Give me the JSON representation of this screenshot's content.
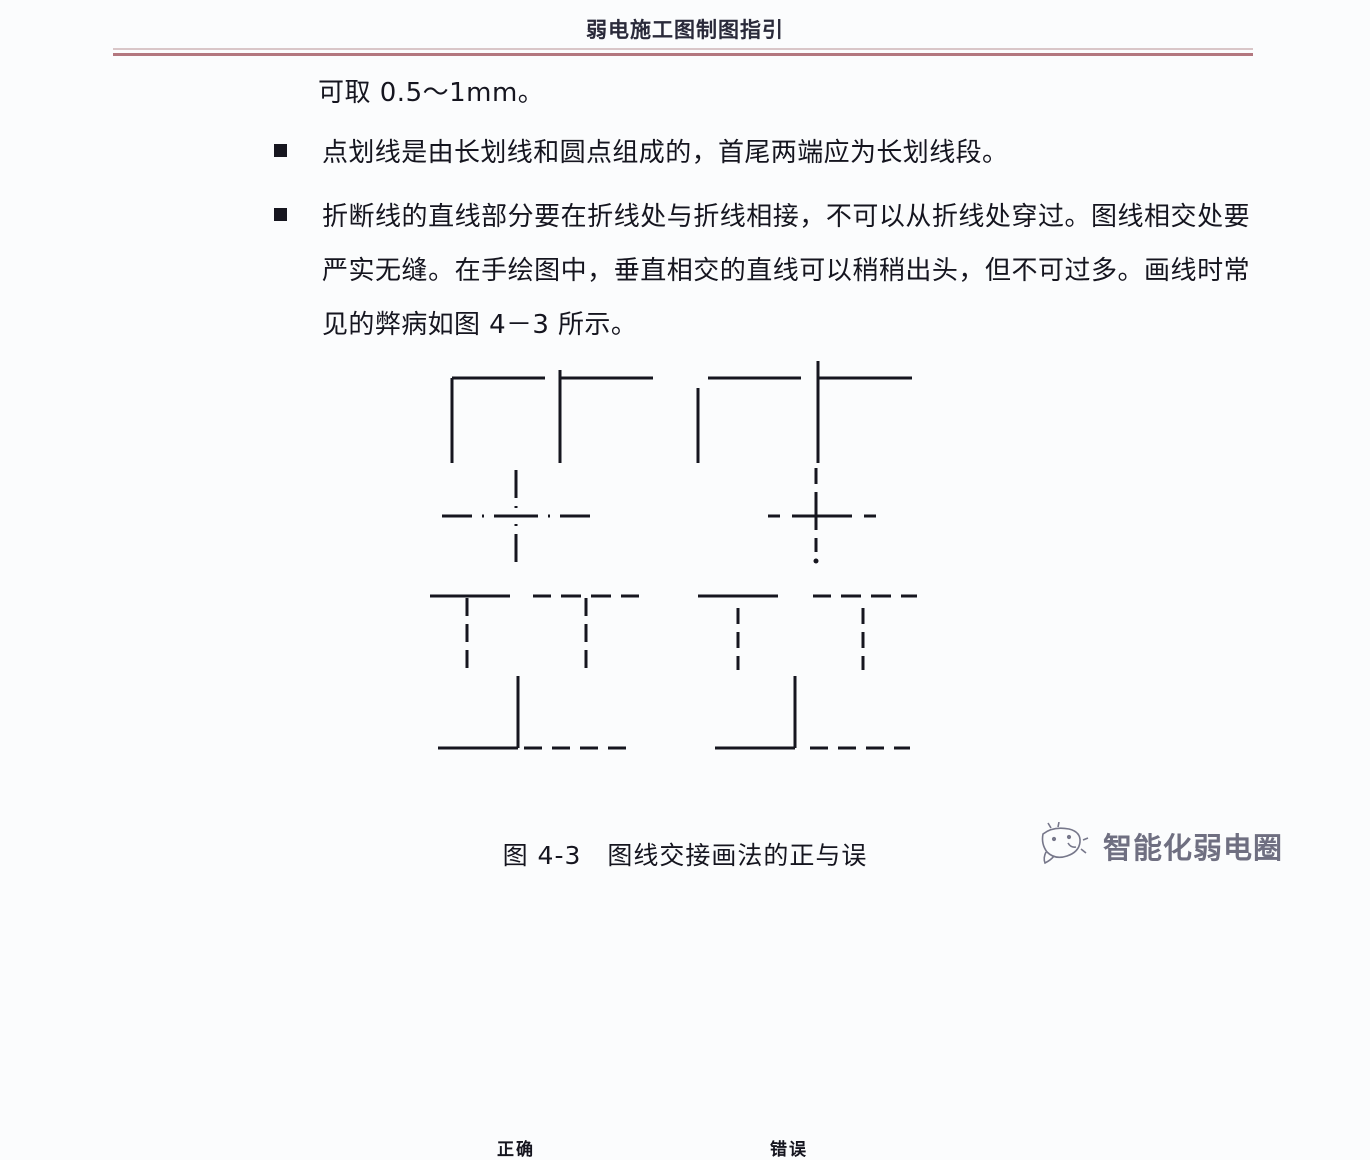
{
  "header": {
    "title": "弱电施工图制图指引"
  },
  "content": {
    "lead_line": "可取 0.5～1mm。",
    "bullets": [
      "点划线是由长划线和圆点组成的，首尾两端应为长划线段。",
      "折断线的直线部分要在折线处与折线相接，不可以从折线处穿过。图线相交处要严实无缝。在手绘图中，垂直相交的直线可以稍稍出头，但不可过多。画线时常见的弊病如图 4－3 所示。"
    ]
  },
  "figure": {
    "label_correct": "正确",
    "label_wrong": "错误",
    "caption_number": "图 4-3",
    "caption_text": "图线交接画法的正与误",
    "line_color": "#16161f"
  },
  "watermark": {
    "text": "智能化弱电圈",
    "icon": "chat-smiley-icon"
  },
  "colors": {
    "page_background": "#fbfcfd",
    "rule_light": "#d9c6c8",
    "rule_dark": "#b3777f",
    "text": "#15151f"
  }
}
